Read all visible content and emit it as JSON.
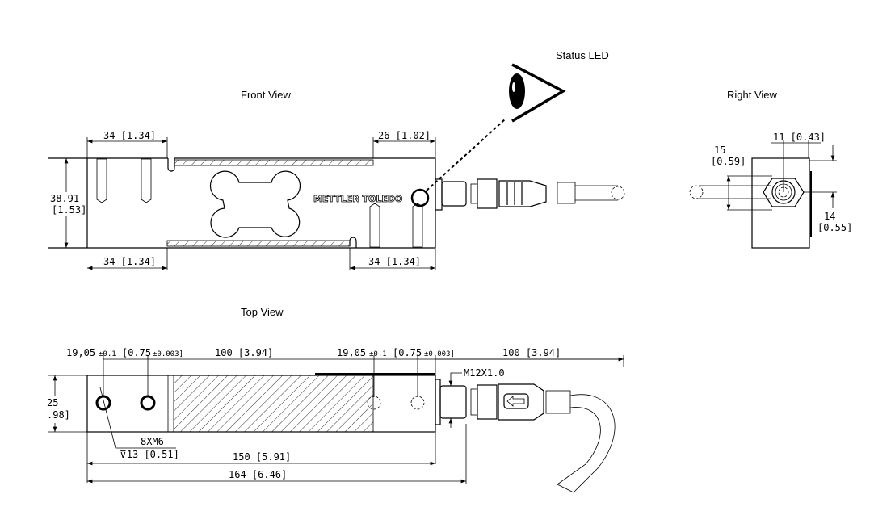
{
  "titles": {
    "front": "Front View",
    "status_led": "Status LED",
    "right": "Right View",
    "top": "Top View"
  },
  "brand": "METTLER TOLEDO",
  "front_dims": {
    "top_left": "34  [1.34]",
    "top_right": "26  [1.02]",
    "bottom_left": "34  [1.34]",
    "bottom_right": "34  [1.34]",
    "height_mm": "38.91",
    "height_in": "[1.53]"
  },
  "right_dims": {
    "width": "11  [0.43]",
    "left_mm": "15",
    "left_in": "[0.59]",
    "right_mm": "14",
    "right_in": "[0.55]"
  },
  "top_dims": {
    "hole_left": "19,05",
    "tol_mm": "±0.1",
    "hole_left_in": "[0.75",
    "tol_in": "±0.003]",
    "span_100": "100  [3.94]",
    "hole_right": "19,05",
    "hole_right_in": "[0.75",
    "cable": "100  [3.94]",
    "thread": "M12X1.0",
    "width_mm": "25",
    "width_in": ".98]",
    "holes": "8XM6",
    "depth": "⊽13  [0.51]",
    "len_150": "150  [5.91]",
    "len_164": "164  [6.46]"
  }
}
